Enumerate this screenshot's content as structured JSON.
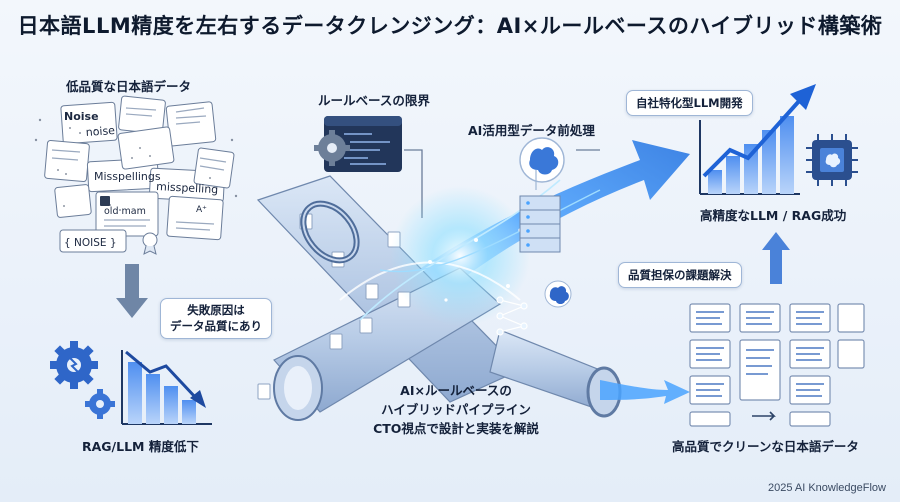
{
  "title": "日本語LLM精度を左右するデータクレンジング：AI×ルールベースのハイブリッド構築術",
  "left_top_label": "低品質な日本語データ",
  "noisy_docs": [
    "Noise",
    "noise",
    "Misspellings",
    "misspelling",
    "old mam",
    "A⁺",
    "{ NOISE }"
  ],
  "cause_bubble": {
    "line1": "失敗原因は",
    "line2": "データ品質にあり"
  },
  "left_bottom_label": "RAG/LLM 精度低下",
  "rule_limit_label": "ルールベースの限界",
  "ai_preprocess_label": "AI活用型データ前処理",
  "center_caption": {
    "line1": "AI×ルールベースの",
    "line2": "ハイブリッドパイプライン",
    "line3": "CTO視点で設計と実装を解説"
  },
  "right_top_bubble": "自社特化型LLM開発",
  "right_top_label": "高精度なLLM / RAG成功",
  "right_mid_bubble": "品質担保の課題解決",
  "right_bottom_label": "高品質でクリーンな日本語データ",
  "footer": "2025 AI KnowledgeFlow",
  "colors": {
    "accent": "#2f6fd6",
    "dark_blue": "#1d3f7a",
    "glow": "#7fd0ff"
  }
}
